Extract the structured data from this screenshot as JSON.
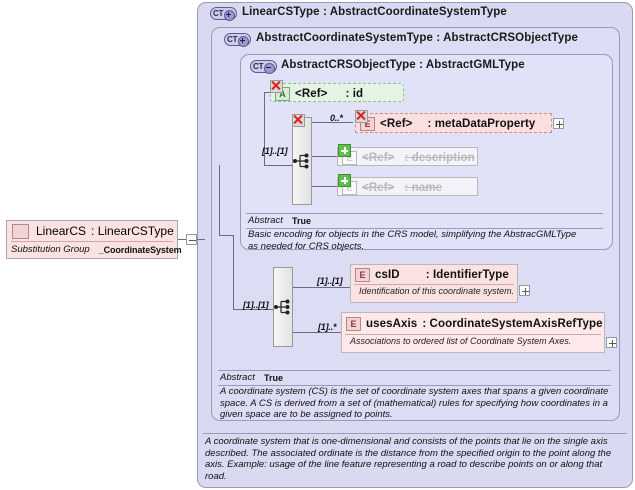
{
  "diagram": {
    "kind": "xsd-schema-diagram",
    "root_element": {
      "icon": "element-icon",
      "name": "LinearCS",
      "separator": ":",
      "type": "LinearCSType",
      "substitution_group_label": "Substitution Group",
      "substitution_group_value": "_CoordinateSystem",
      "collapse_toggle": "minus"
    },
    "panels": [
      {
        "badge": "CT",
        "badge_state": "plus",
        "title": "LinearCSType : AbstractCoordinateSystemType",
        "name": "LinearCSType",
        "base": "AbstractCoordinateSystemType"
      },
      {
        "badge": "CT",
        "badge_state": "plus",
        "title": "AbstractCoordinateSystemType : AbstractCRSObjectType",
        "name": "AbstractCoordinateSystemType",
        "base": "AbstractCRSObjectType"
      },
      {
        "badge": "CT",
        "badge_state": "minus",
        "title": "AbstractCRSObjectType : AbstractGMLType",
        "name": "AbstractCRSObjectType",
        "base": "AbstractGMLType"
      }
    ],
    "nodes": [
      {
        "id": "id-attr",
        "icon": "attribute-icon",
        "icon_letter": "A",
        "ref_label": "<Ref>",
        "separator": ":",
        "name": "id",
        "style": "attribute-reference",
        "badge": "x-badge"
      },
      {
        "id": "metaDataProperty",
        "icon": "element-icon",
        "icon_letter": "E",
        "ref_label": "<Ref>",
        "separator": ":",
        "name": "metaDataProperty",
        "occurrence": "0..*",
        "style": "element-reference",
        "badge": "x-badge",
        "expand": "plus"
      },
      {
        "id": "description",
        "icon": "element-icon",
        "icon_letter": "E",
        "ref_label": "<Ref>",
        "separator": ":",
        "name": "description",
        "style": "element-deprecated",
        "badge": "plus-badge"
      },
      {
        "id": "name",
        "icon": "element-icon",
        "icon_letter": "E",
        "ref_label": "<Ref>",
        "separator": ":",
        "name": "name",
        "style": "element-deprecated",
        "badge": "plus-badge"
      },
      {
        "id": "csID",
        "icon": "element-icon",
        "icon_letter": "E",
        "name": "csID",
        "separator": ":",
        "type": "IdentifierType",
        "occurrence": "[1]..[1]",
        "documentation": "Identification of this coordinate system.",
        "expand": "plus"
      },
      {
        "id": "usesAxis",
        "icon": "element-icon",
        "icon_letter": "E",
        "name": "usesAxis",
        "separator": ":",
        "type": "CoordinateSystemAxisRefType",
        "occurrence": "[1]..*",
        "documentation": "Associations to ordered list of Coordinate System Axes.",
        "expand": "plus"
      }
    ],
    "compositors": [
      {
        "id": "seq-crs",
        "kind": "sequence-compositor",
        "occurrence": "[1]..[1]",
        "badge": "x-badge"
      },
      {
        "id": "seq-cs",
        "kind": "sequence-compositor",
        "occurrence": "[1]..[1]"
      }
    ],
    "occurrences": {
      "metaDataProperty": "0..*",
      "seq_crs_in": "[1]..[1]",
      "seq_cs_in": "[1]..[1]",
      "csID": "[1]..[1]",
      "usesAxis": "[1]..*"
    },
    "meta_blocks": [
      {
        "id": "crs-meta",
        "key": "Abstract",
        "value": "True",
        "documentation": "Basic encoding for objects in the CRS model, simplifying the AbstracGMLType as needed for CRS objects."
      },
      {
        "id": "cs-meta",
        "key": "Abstract",
        "value": "True",
        "documentation": "A coordinate system (CS) is the set of coordinate system axes that spans a given coordinate space. A CS is derived from a set of (mathematical) rules for specifying how coordinates in a given space are to be assigned to points."
      }
    ],
    "footer_documentation": "A coordinate system that is one-dimensional and consists of the points that lie on the single axis described. The associated ordinate is the distance from the specified origin to the point along the axis. Example: usage of the line feature representing a road to describe points on or along that road.",
    "colors": {
      "panel_outer": "#d9d9f2",
      "panel_mid": "#dcdcf4",
      "panel_inner": "#e1e1f7",
      "element_pink": "#fbe2e2",
      "attribute_green": "#e4f4e4",
      "badge_blue": "#ccccea",
      "line": "#6a6a82"
    }
  }
}
